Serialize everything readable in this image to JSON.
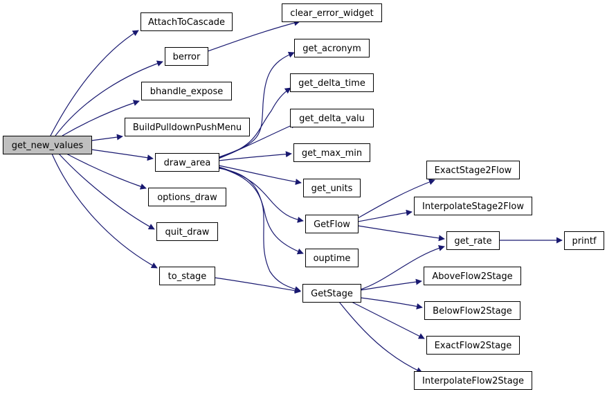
{
  "diagram": {
    "type": "call-graph",
    "colors": {
      "edge": "#191970",
      "root_fill": "#bfbfbf",
      "node_fill": "#ffffff",
      "node_stroke": "#000000"
    },
    "nodes": [
      {
        "id": "get_new_values",
        "label": "get_new_values"
      },
      {
        "id": "AttachToCascade",
        "label": "AttachToCascade"
      },
      {
        "id": "berror",
        "label": "berror"
      },
      {
        "id": "bhandle_expose",
        "label": "bhandle_expose"
      },
      {
        "id": "BuildPulldownPushMenu",
        "label": "BuildPulldownPushMenu"
      },
      {
        "id": "draw_area",
        "label": "draw_area"
      },
      {
        "id": "options_draw",
        "label": "options_draw"
      },
      {
        "id": "quit_draw",
        "label": "quit_draw"
      },
      {
        "id": "to_stage",
        "label": "to_stage"
      },
      {
        "id": "clear_error_widget",
        "label": "clear_error_widget"
      },
      {
        "id": "get_acronym",
        "label": "get_acronym"
      },
      {
        "id": "get_delta_time",
        "label": "get_delta_time"
      },
      {
        "id": "get_delta_valu",
        "label": "get_delta_valu"
      },
      {
        "id": "get_max_min",
        "label": "get_max_min"
      },
      {
        "id": "get_units",
        "label": "get_units"
      },
      {
        "id": "GetFlow",
        "label": "GetFlow"
      },
      {
        "id": "ouptime",
        "label": "ouptime"
      },
      {
        "id": "GetStage",
        "label": "GetStage"
      },
      {
        "id": "ExactStage2Flow",
        "label": "ExactStage2Flow"
      },
      {
        "id": "InterpolateStage2Flow",
        "label": "InterpolateStage2Flow"
      },
      {
        "id": "get_rate",
        "label": "get_rate"
      },
      {
        "id": "printf",
        "label": "printf"
      },
      {
        "id": "AboveFlow2Stage",
        "label": "AboveFlow2Stage"
      },
      {
        "id": "BelowFlow2Stage",
        "label": "BelowFlow2Stage"
      },
      {
        "id": "ExactFlow2Stage",
        "label": "ExactFlow2Stage"
      },
      {
        "id": "InterpolateFlow2Stage",
        "label": "InterpolateFlow2Stage"
      }
    ],
    "edges": [
      {
        "from": "get_new_values",
        "to": "AttachToCascade"
      },
      {
        "from": "get_new_values",
        "to": "berror"
      },
      {
        "from": "get_new_values",
        "to": "bhandle_expose"
      },
      {
        "from": "get_new_values",
        "to": "BuildPulldownPushMenu"
      },
      {
        "from": "get_new_values",
        "to": "draw_area"
      },
      {
        "from": "get_new_values",
        "to": "options_draw"
      },
      {
        "from": "get_new_values",
        "to": "quit_draw"
      },
      {
        "from": "get_new_values",
        "to": "to_stage"
      },
      {
        "from": "berror",
        "to": "clear_error_widget"
      },
      {
        "from": "draw_area",
        "to": "get_acronym"
      },
      {
        "from": "draw_area",
        "to": "get_delta_time"
      },
      {
        "from": "draw_area",
        "to": "get_delta_valu"
      },
      {
        "from": "draw_area",
        "to": "get_max_min"
      },
      {
        "from": "draw_area",
        "to": "get_units"
      },
      {
        "from": "draw_area",
        "to": "GetFlow"
      },
      {
        "from": "draw_area",
        "to": "ouptime"
      },
      {
        "from": "draw_area",
        "to": "GetStage"
      },
      {
        "from": "to_stage",
        "to": "GetStage"
      },
      {
        "from": "GetFlow",
        "to": "ExactStage2Flow"
      },
      {
        "from": "GetFlow",
        "to": "InterpolateStage2Flow"
      },
      {
        "from": "GetFlow",
        "to": "get_rate"
      },
      {
        "from": "GetStage",
        "to": "get_rate"
      },
      {
        "from": "get_rate",
        "to": "printf"
      },
      {
        "from": "GetStage",
        "to": "AboveFlow2Stage"
      },
      {
        "from": "GetStage",
        "to": "BelowFlow2Stage"
      },
      {
        "from": "GetStage",
        "to": "ExactFlow2Stage"
      },
      {
        "from": "GetStage",
        "to": "InterpolateFlow2Stage"
      }
    ]
  }
}
